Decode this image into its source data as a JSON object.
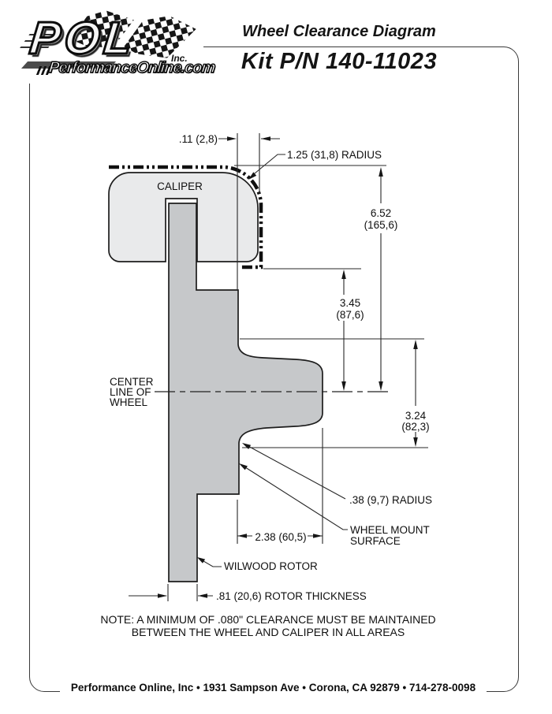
{
  "header": {
    "doc_title": "Wheel Clearance Diagram",
    "kit_pn": "Kit P/N 140-11023"
  },
  "logo": {
    "acronym": "POL",
    "suffix": "Inc.",
    "site": "PerformanceOnline.com"
  },
  "diagram": {
    "labels": {
      "caliper": "CALIPER",
      "centerline_l1": "CENTER",
      "centerline_l2": "LINE OF",
      "centerline_l3": "WHEEL",
      "rotor": "WILWOOD ROTOR",
      "wheel_mount_l1": "WHEEL MOUNT",
      "wheel_mount_l2": "SURFACE",
      "radius_large": "1.25 (31,8) RADIUS",
      "radius_small": ".38 (9,7) RADIUS",
      "rotor_thickness": ".81 (20,6) ROTOR THICKNESS"
    },
    "dimensions": {
      "clearance_top": ".11 (2,8)",
      "caliper_height_in": "6.52",
      "caliper_height_mm": "(165,6)",
      "caliper_bottom_in": "3.45",
      "caliper_bottom_mm": "(87,6)",
      "register_to_mount_in": "3.24",
      "register_to_mount_mm": "(82,3)",
      "hub_depth": "2.38 (60,5)"
    }
  },
  "note": {
    "line1": "NOTE: A MINIMUM OF .080\" CLEARANCE MUST BE MAINTAINED",
    "line2": "BETWEEN THE WHEEL AND CALIPER IN ALL AREAS"
  },
  "footer": {
    "text": "Performance Online, Inc • 1931 Sampson Ave • Corona, CA 92879  •  714-278-0098"
  },
  "colors": {
    "caliper_fill": "#e9eaeb",
    "rotor_fill": "#c6c8ca"
  }
}
